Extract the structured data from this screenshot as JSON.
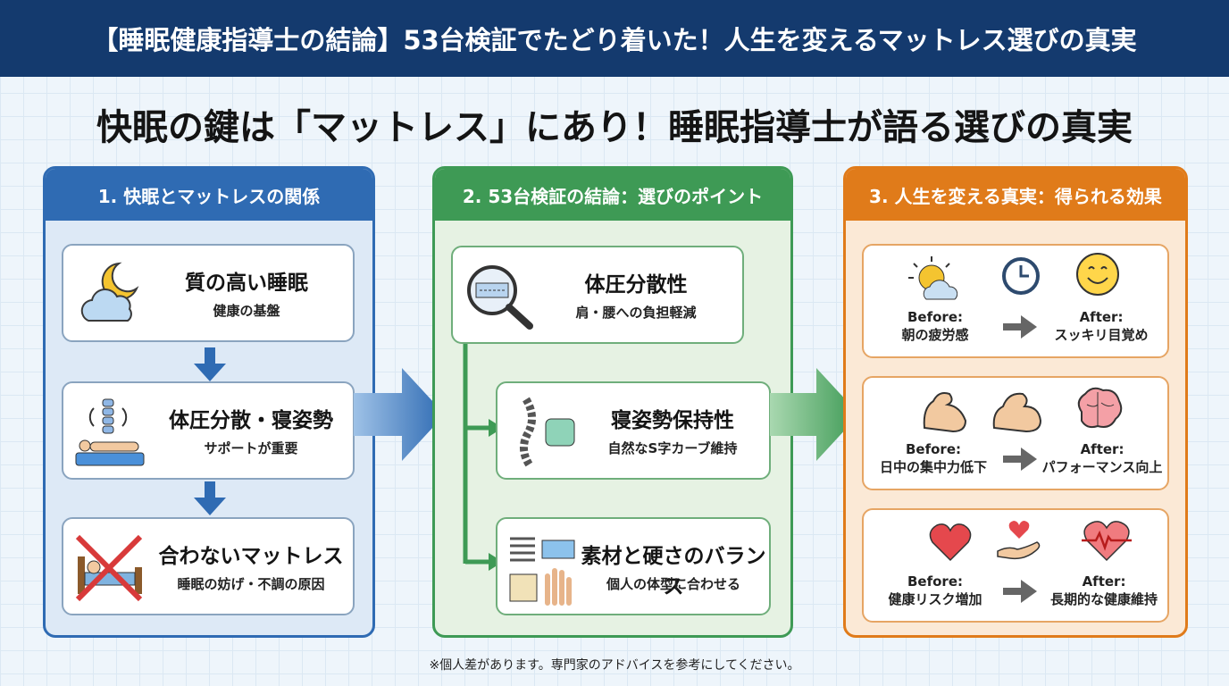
{
  "banner": {
    "title": "【睡眠健康指導士の結論】53台検証でたどり着いた！人生を変えるマットレス選びの真実"
  },
  "headline": "快眠の鍵は「マットレス」にあり！睡眠指導士が語る選びの真実",
  "columns": [
    {
      "header": "1. 快眠とマットレスの関係",
      "cards": [
        {
          "title": "質の高い睡眠",
          "sub": "健康の基盤",
          "icon": "moon-cloud-icon"
        },
        {
          "title": "体圧分散・寝姿勢",
          "sub": "サポートが重要",
          "icon": "spine-sleeper-icon"
        },
        {
          "title": "合わないマットレス",
          "sub": "睡眠の妨げ・不調の原因",
          "icon": "crossed-bed-icon"
        }
      ]
    },
    {
      "header": "2. 53台検証の結論：選びのポイント",
      "cards": [
        {
          "title": "体圧分散性",
          "sub": "肩・腰への負担軽減",
          "icon": "magnifier-mattress-icon"
        },
        {
          "title": "寝姿勢保持性",
          "sub": "自然なS字カーブ維持",
          "icon": "spine-pillow-icon"
        },
        {
          "title": "素材と硬さのバランス",
          "sub": "個人の体型に合わせる",
          "icon": "materials-icon"
        }
      ]
    },
    {
      "header": "3. 人生を変える真実：得られる効果",
      "cards": [
        {
          "before": "Before:",
          "before_text": "朝の疲労感",
          "after": "After:",
          "after_text": "スッキリ目覚め",
          "icons": [
            "sunrise-icon",
            "clock-icon",
            "smile-icon"
          ]
        },
        {
          "before": "Before:",
          "before_text": "日中の集中力低下",
          "after": "After:",
          "after_text": "パフォーマンス向上",
          "icons": [
            "arm-icon",
            "strong-arm-icon",
            "brain-icon"
          ]
        },
        {
          "before": "Before:",
          "before_text": "健康リスク増加",
          "after": "After:",
          "after_text": "長期的な健康維持",
          "icons": [
            "heart-icon",
            "hand-heart-icon",
            "heartbeat-icon"
          ]
        }
      ]
    }
  ],
  "footnote": "※個人差があります。専門家のアドバイスを参考にしてください。",
  "colors": {
    "banner": "#143a6e",
    "col1": "#2f6bb3",
    "col2": "#3e9a55",
    "col3": "#e07b1a"
  }
}
